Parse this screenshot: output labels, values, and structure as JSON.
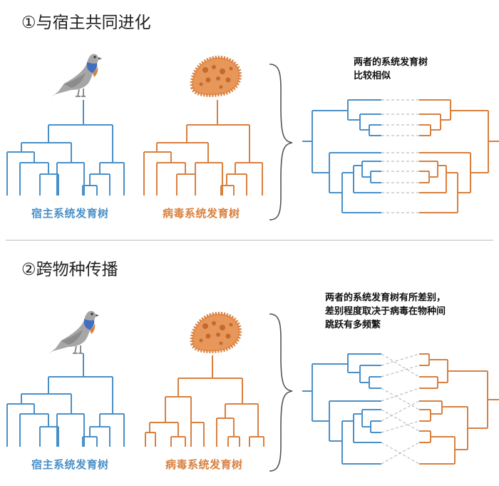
{
  "sections": [
    {
      "title": "①与宿主共同进化",
      "note_lines": [
        "两者的系统发育树",
        "比较相似"
      ],
      "host_label": "宿主系统发育树",
      "virus_label": "病毒系统发育树"
    },
    {
      "title": "②跨物种传播",
      "note_lines": [
        "两者的系统发育树有所差别，",
        "差别程度取决于病毒在物种间",
        "跳跃有多频繁"
      ],
      "host_label": "宿主系统发育树",
      "virus_label": "病毒系统发育树"
    }
  ],
  "colors": {
    "host": "#4a90c8",
    "virus": "#d9803f",
    "link": "#bdbdbd"
  },
  "icons": [
    "pigeon-icon",
    "virus-icon",
    "brace-icon"
  ]
}
